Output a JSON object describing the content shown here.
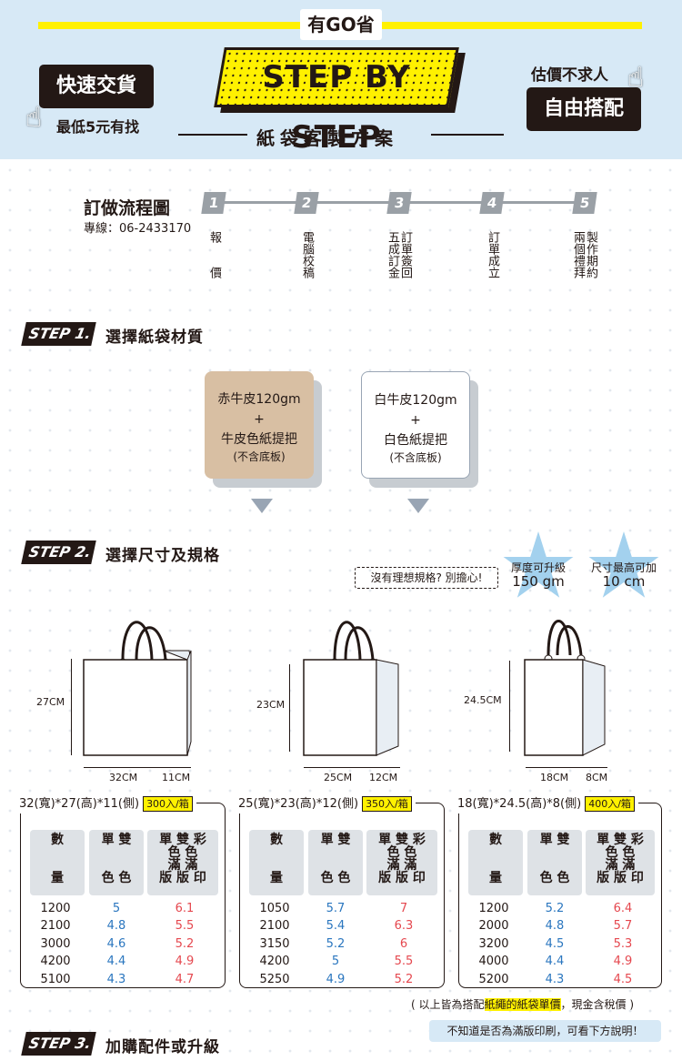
{
  "header": {
    "top_title": "有GO省",
    "left_badge": "快速交貨",
    "left_sub": "最低5元有找",
    "banner": "STEP BY STEP",
    "subtitle": "紙袋客製方案",
    "right_sub": "估價不求人",
    "right_badge": "自由搭配"
  },
  "process": {
    "title": "訂做流程圖",
    "phone": "專線：06-2433170",
    "steps": [
      {
        "num": "1",
        "text": "報　　價"
      },
      {
        "num": "2",
        "text": "電腦校稿"
      },
      {
        "num": "3",
        "text": "訂單簽回\n五成訂金"
      },
      {
        "num": "4",
        "text": "訂單成立"
      },
      {
        "num": "5",
        "text": "製作期約\n兩個禮拜"
      }
    ]
  },
  "step1": {
    "tag": "STEP 1.",
    "title": "選擇紙袋材質",
    "materials": [
      {
        "line1": "赤牛皮120gm",
        "line2": "+",
        "line3": "牛皮色紙提把",
        "line4": "(不含底板)",
        "color": "#d8bfa3"
      },
      {
        "line1": "白牛皮120gm",
        "line2": "+",
        "line3": "白色紙提把",
        "line4": "(不含底板)",
        "color": "#ffffff"
      }
    ]
  },
  "step2": {
    "tag": "STEP 2.",
    "title": "選擇尺寸及規格",
    "callout": "沒有理想規格? 別擔心!",
    "stars": [
      {
        "label": "厚度可升級",
        "value": "150 gm"
      },
      {
        "label": "尺寸最高可加",
        "value": "10 cm"
      }
    ],
    "bags": [
      {
        "height": "27CM",
        "width": "32CM",
        "depth": "11CM"
      },
      {
        "height": "23CM",
        "width": "25CM",
        "depth": "12CM"
      },
      {
        "height": "24.5CM",
        "width": "18CM",
        "depth": "8CM"
      }
    ],
    "tables": [
      {
        "caption": "32(寬)*27(高)*11(側)",
        "box": "300入/箱",
        "qty": [
          "1200",
          "2100",
          "3000",
          "4200",
          "5100"
        ],
        "single": [
          "5",
          "4.8",
          "4.6",
          "4.4",
          "4.3"
        ],
        "color": [
          "6.1",
          "5.5",
          "5.2",
          "4.9",
          "4.7"
        ]
      },
      {
        "caption": "25(寬)*23(高)*12(側)",
        "box": "350入/箱",
        "qty": [
          "1050",
          "2100",
          "3150",
          "4200",
          "5250"
        ],
        "single": [
          "5.7",
          "5.4",
          "5.2",
          "5",
          "4.9"
        ],
        "color": [
          "7",
          "6.3",
          "6",
          "5.5",
          "5.2"
        ]
      },
      {
        "caption": "18(寬)*24.5(高)*8(側)",
        "box": "400入/箱",
        "qty": [
          "1200",
          "2000",
          "3200",
          "4000",
          "5200"
        ],
        "single": [
          "5.2",
          "4.8",
          "4.5",
          "4.4",
          "4.3"
        ],
        "color": [
          "6.4",
          "5.7",
          "5.3",
          "4.9",
          "4.5"
        ]
      }
    ],
    "headers": {
      "qty": "數\n\n\n量",
      "single": "單 雙\n\n\n色 色",
      "color": "單 雙 彩\n色 色\n滿 滿\n版 版 印"
    },
    "note_pre": "( 以上皆為搭配",
    "note_hl": "紙繩的紙袋單價",
    "note_post": "，現金含稅價 )",
    "hint": "不知道是否為滿版印刷，可看下方說明！"
  },
  "step3": {
    "tag": "STEP 3.",
    "title": "加購配件或升級"
  }
}
